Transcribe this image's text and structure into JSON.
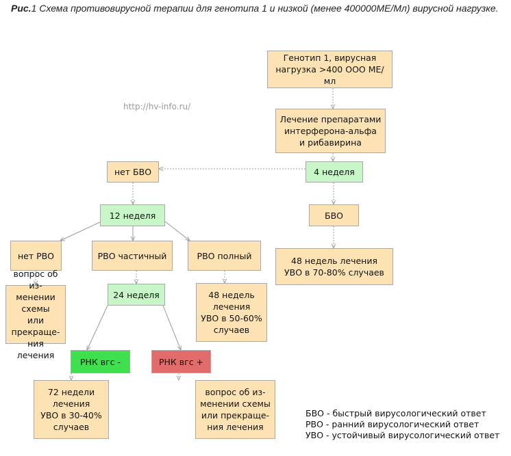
{
  "caption": {
    "prefix": "Рис.",
    "number": "1",
    "text": " Схема противовирусной терапии для генотипа 1 и низкой (менее 400000МЕ/Мл) вирусной нагрузке."
  },
  "watermark": "http://hv-info.ru/",
  "nodes": {
    "genotype": "Генотип 1, вирусная\nнагрузка >400 ООО МЕ/мл",
    "treatment": "Лечение препаратами\nинтерферона-альфа\nи рибавирина",
    "week4": "4 неделя",
    "bvo": "БВО",
    "result48a": "48 недель лечения\nУВО в 70-80% случаев",
    "no_bvo": "нет БВО",
    "week12": "12 неделя",
    "no_rvo": "нет РВО",
    "rvo_partial": "РВО частичный",
    "rvo_full": "РВО полный",
    "question1": "вопрос об из-\nменении схемы\nили прекраще-\nния лечения",
    "week24": "24 неделя",
    "result48b": "48 недель\nлечения\nУВО в 50-60%\nслучаев",
    "rna_neg": "РНК вгс -",
    "rna_pos": "РНК вгс +",
    "result72": "72 недели\nлечения\nУВО в 30-40%\nслучаев",
    "question2": "вопрос об из-\nменении схемы\nили прекраще-\nния лечения"
  },
  "legend": [
    "БВО - быстрый вирусологический ответ",
    "РВО - ранний вирусологический ответ",
    "УВО - устойчивый вирусологический ответ"
  ],
  "colors": {
    "box_fill": "#fde3b3",
    "checkpoint_fill": "#c8f6c8",
    "negative_fill": "#3ee04d",
    "positive_fill": "#e26c6c",
    "connector": "#999999"
  }
}
